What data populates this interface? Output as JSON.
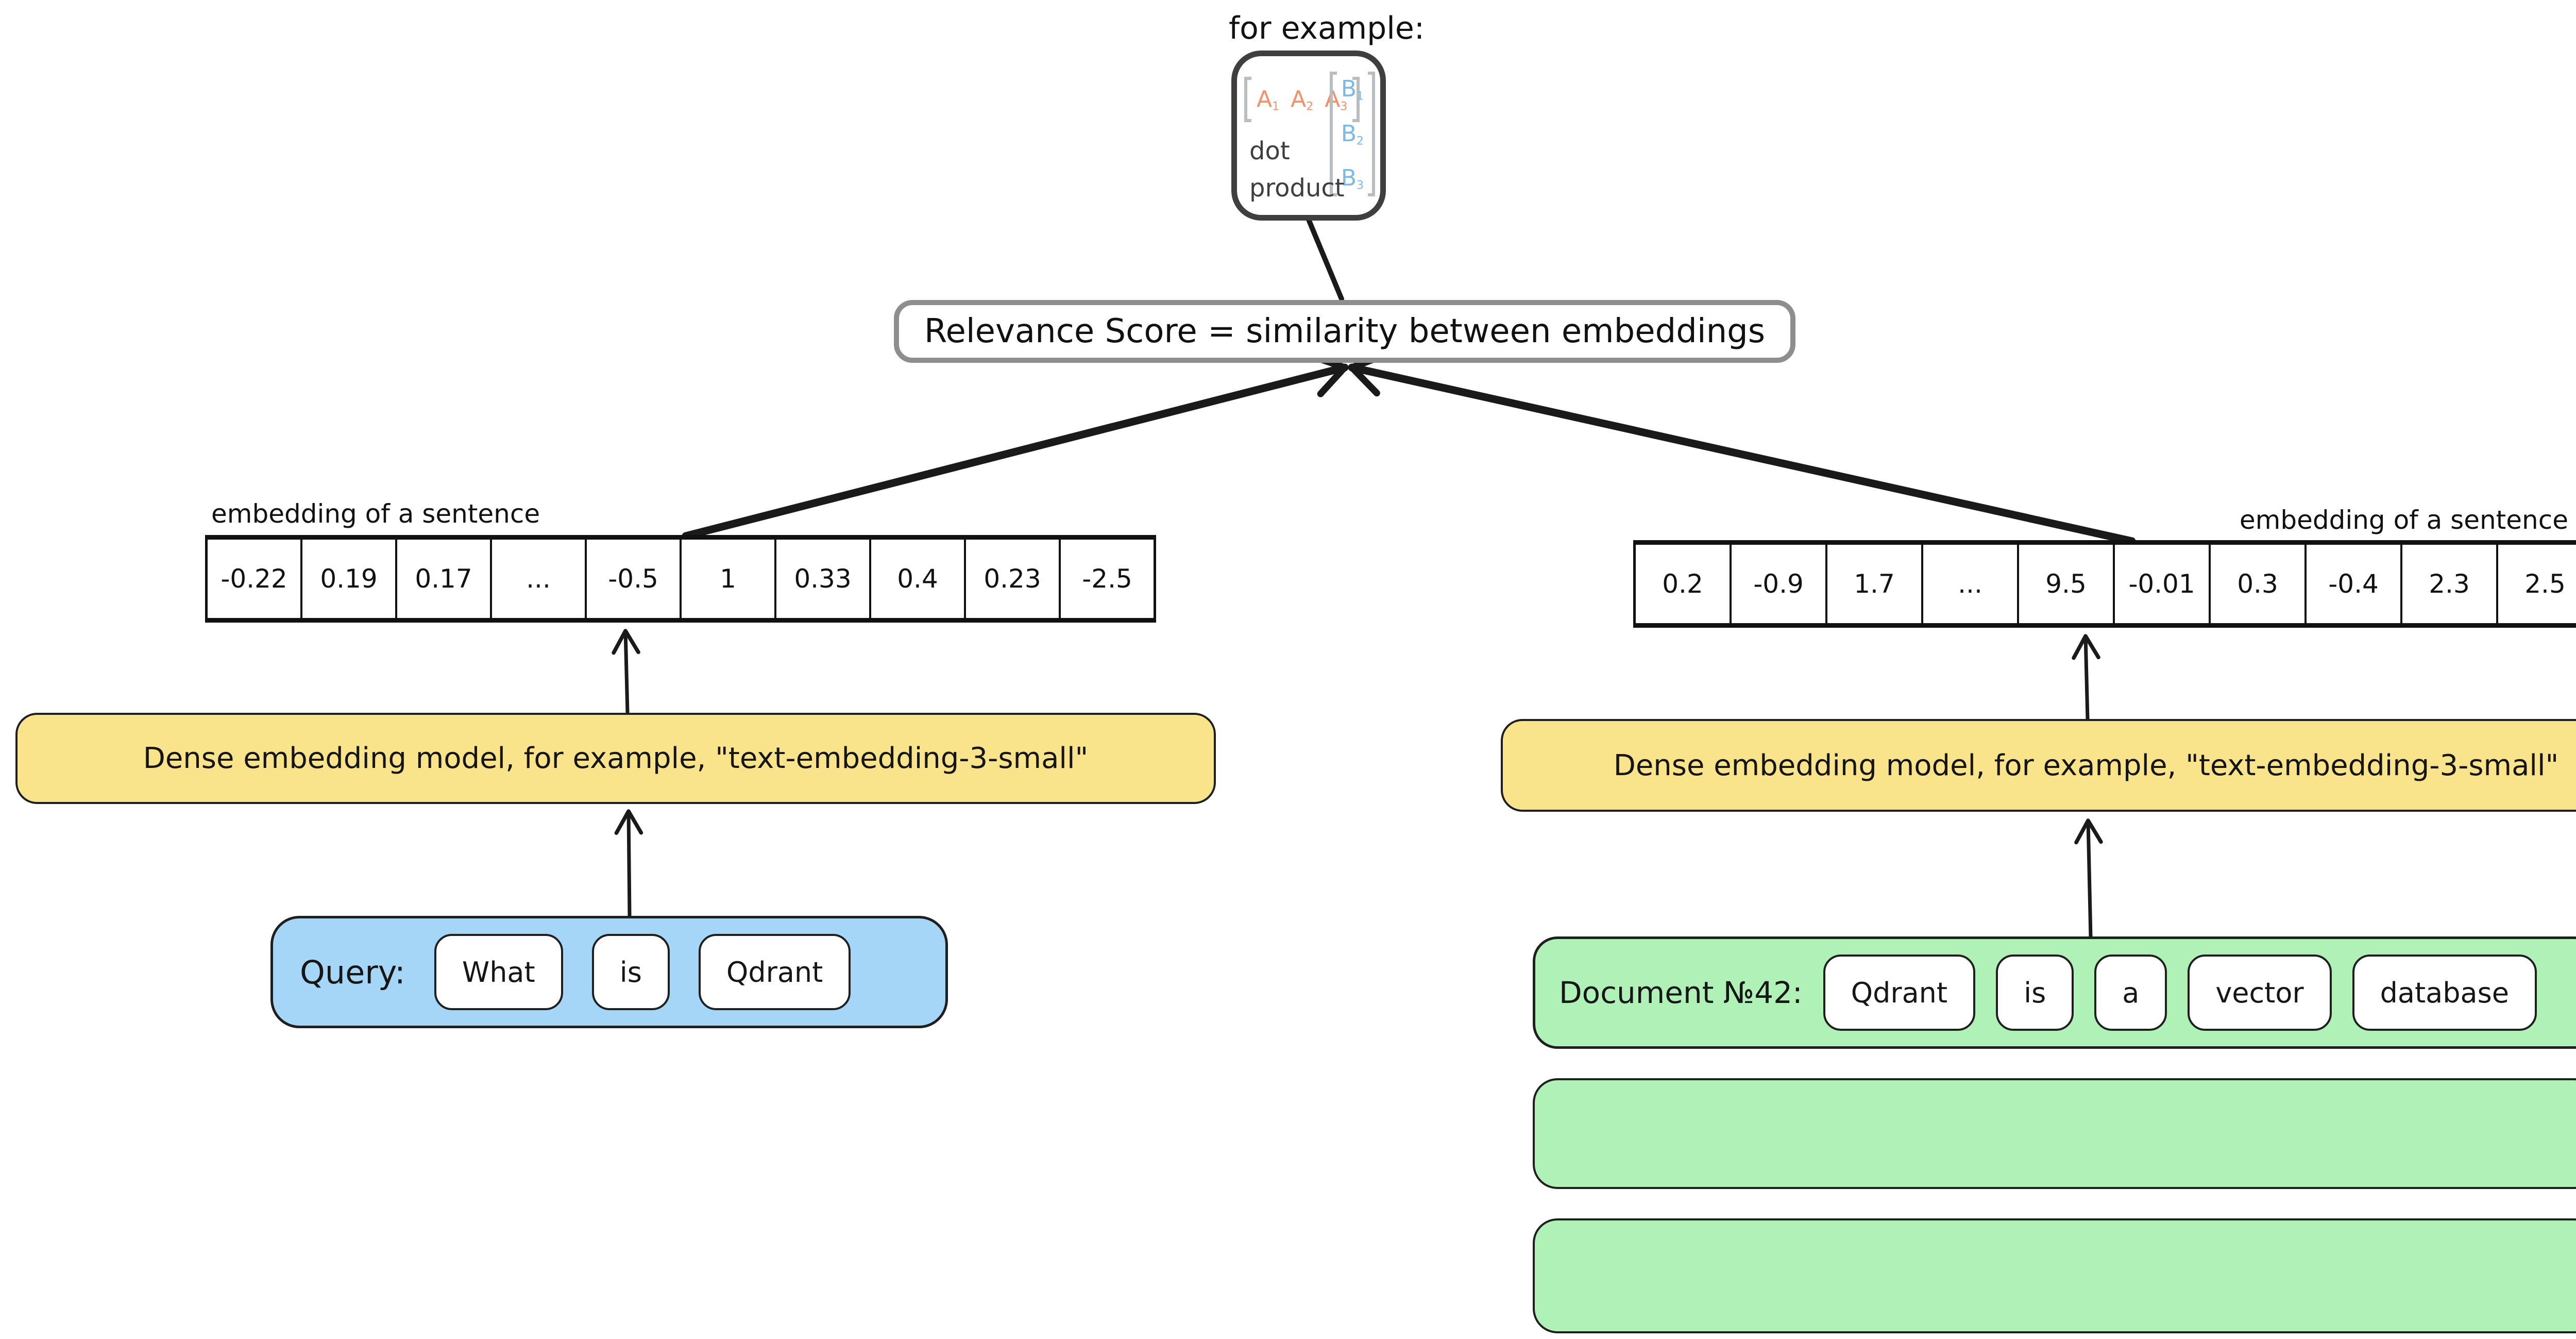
{
  "example_box": {
    "label": "for example:",
    "vector_a": [
      {
        "base": "A",
        "sub": "1"
      },
      {
        "base": "A",
        "sub": "2"
      },
      {
        "base": "A",
        "sub": "3"
      }
    ],
    "vector_b": [
      {
        "base": "B",
        "sub": "1"
      },
      {
        "base": "B",
        "sub": "2"
      },
      {
        "base": "B",
        "sub": "3"
      }
    ],
    "caption_line1": "dot",
    "caption_line2": "product"
  },
  "relevance": {
    "label": "Relevance Score = similarity between embeddings"
  },
  "left": {
    "vector_label": "embedding of a sentence",
    "vector": [
      "-0.22",
      "0.19",
      "0.17",
      "...",
      "-0.5",
      "1",
      "0.33",
      "0.4",
      "0.23",
      "-2.5"
    ],
    "model_label": "Dense embedding model, for example, \"text-embedding-3-small\"",
    "query_label": "Query:",
    "tokens": [
      "What",
      "is",
      "Qdrant"
    ]
  },
  "right": {
    "vector_label": "embedding of a sentence",
    "vector": [
      "0.2",
      "-0.9",
      "1.7",
      "...",
      "9.5",
      "-0.01",
      "0.3",
      "-0.4",
      "2.3",
      "2.5"
    ],
    "model_label": "Dense embedding model, for example, \"text-embedding-3-small\"",
    "document_label": "Document №42:",
    "tokens": [
      "Qdrant",
      "is",
      "a",
      "vector",
      "database"
    ]
  },
  "colors": {
    "model_box_fill": "#F9E48B",
    "query_box_fill": "#A6D6F7",
    "document_box_fill": "#B0F1B8",
    "vector_a_color": "#F0926B",
    "vector_b_color": "#7ABAE8",
    "bracket_color": "#B9BDC0",
    "relevance_border": "#8E8E8E",
    "line_color": "#1A1A1A"
  }
}
